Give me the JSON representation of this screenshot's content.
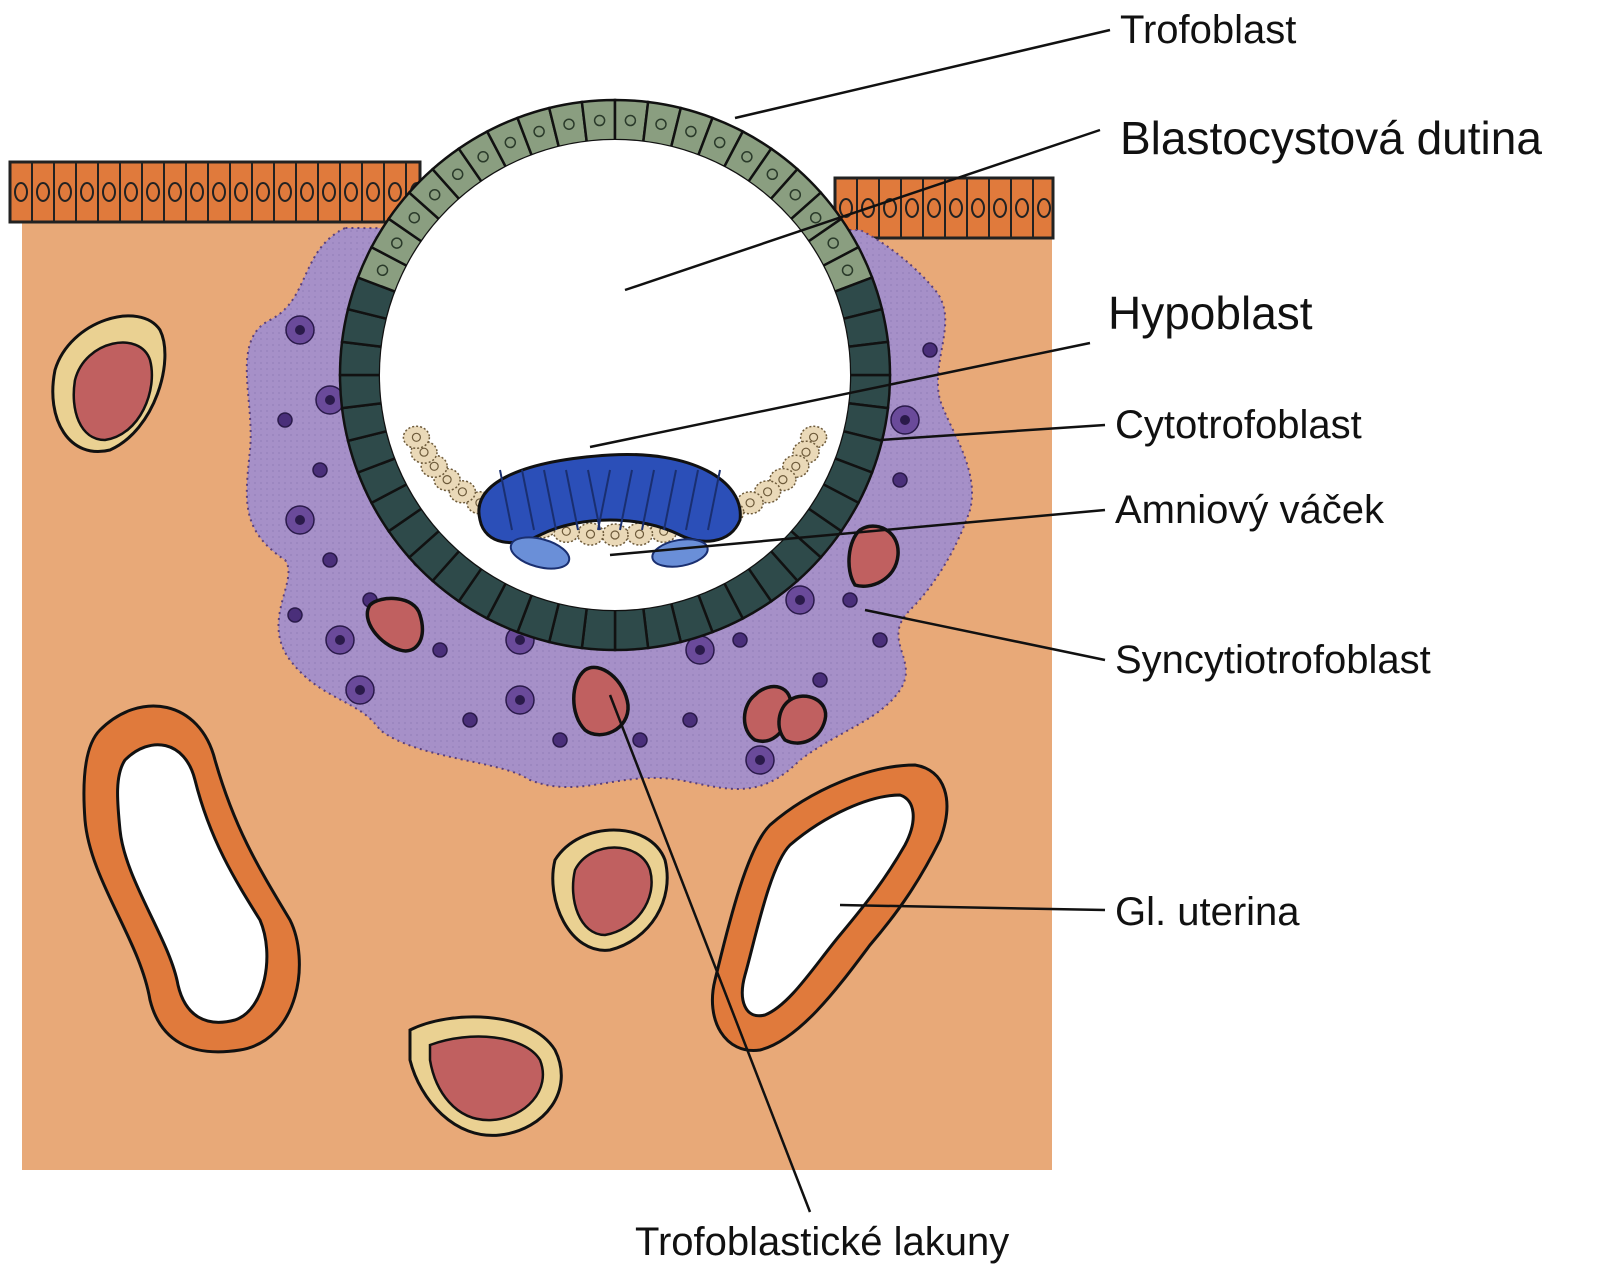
{
  "labels": {
    "trofoblast": "Trofoblast",
    "blastocystova_dutina": "Blastocystová dutina",
    "hypoblast": "Hypoblast",
    "cytotrofoblast": "Cytotrofoblast",
    "amniovy_vacek": "Amniový váček",
    "syncytiotrofoblast": "Syncytiotrofoblast",
    "gl_uterina": "Gl. uterina",
    "trofoblasticke_lakuny": "Trofoblastické lakuny"
  },
  "colors": {
    "endometrium": "#e8a978",
    "epithelium": "#e07a3c",
    "syncytiotrophoblast": "#a690c8",
    "cytotrophoblast": "#2e4a4a",
    "trophoblast": "#8a9e80",
    "hypoblast": "#ead9b8",
    "epiblast": "#2b4fb8",
    "lacuna": "#c06060",
    "vessel_wall": "#ead192"
  }
}
